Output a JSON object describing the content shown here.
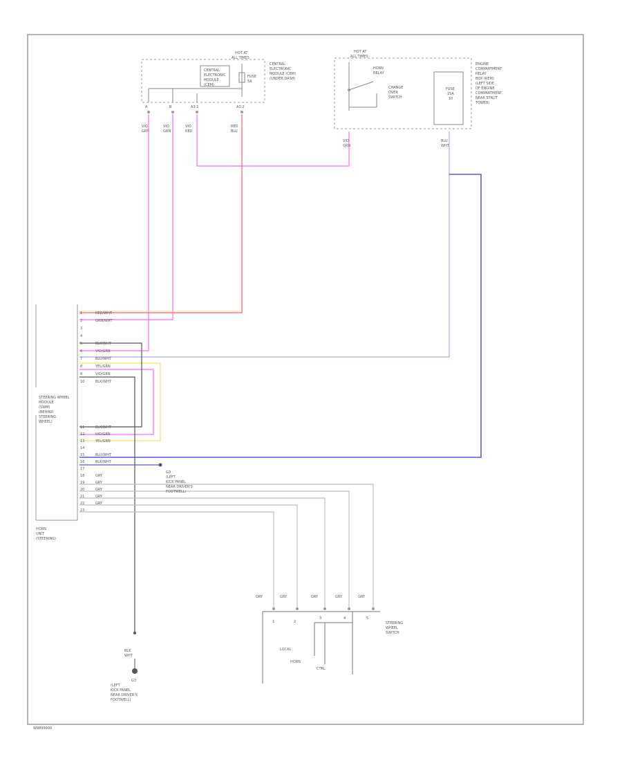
{
  "diagram_id": "W9899999",
  "colors": {
    "frame": "#9a9a9a",
    "box": "#777777",
    "pink": "#ff66ff",
    "red": "#ff5a6e",
    "blue": "#5858e8",
    "lightblue": "#a8a8ff",
    "yellow": "#f5e06a",
    "black": "#555555",
    "gray": "#bdbdbd"
  },
  "top_left": {
    "hot_at": "HOT AT",
    "hot_at_sub": "ALL TIMES",
    "module_label": [
      "CENTRAL",
      "ELECTRONIC",
      "MODULE",
      "(CEM)"
    ],
    "fuse_label": [
      "FUSE",
      "5A"
    ],
    "right_label": [
      "CENTRAL",
      "ELECTRONIC",
      "MODULE (CEM)",
      "(UNDER DASH)"
    ],
    "pins": [
      "A",
      "B",
      "A3:1",
      "A3:2"
    ],
    "wire_labels": [
      [
        "VIO",
        "GRN"
      ],
      [
        "VIO",
        "GRN"
      ],
      [
        "VIO",
        "RED"
      ],
      [
        "RED",
        "BLU"
      ]
    ]
  },
  "top_right": {
    "hot_at": "HOT AT",
    "hot_at_sub": "ALL TIMES",
    "switch_label": [
      "HORN",
      "RELAY"
    ],
    "switch_text": [
      "CHANGE",
      "OVER",
      "SWITCH"
    ],
    "module_box": [
      "FUSE",
      "15A",
      "10"
    ],
    "right_label": [
      "ENGINE",
      "COMPARTMENT",
      "RELAY",
      "BOX (REM)",
      "(LEFT SIDE",
      "OF ENGINE",
      "COMPARTMENT,",
      "NEAR STRUT",
      "TOWER)"
    ],
    "wire_left": [
      "VIO",
      "GRN"
    ],
    "wire_right": [
      "BLU",
      "WHT"
    ]
  },
  "left_module": {
    "label": [
      "STEERING WHEEL",
      "MODULE",
      "(SWM)",
      "(BEHIND",
      "STEERING",
      "WHEEL)"
    ],
    "bottom_label": [
      "HORN",
      "UNIT",
      "(STEERING)"
    ],
    "pins_top": [
      "1",
      "2",
      "3",
      "4",
      "5",
      "6",
      "7",
      "8",
      "9",
      "10"
    ],
    "wires_top": [
      "RED/WHT",
      "GRN/WHT",
      "",
      "",
      "BLK/WHT",
      "VIO/GRN",
      "BLU/WHT",
      "YEL/GRN",
      "VIO/GRN",
      "BLK/WHT"
    ],
    "pins_bottom": [
      "11",
      "12",
      "13",
      "14",
      "15",
      "16",
      "17",
      "18",
      "19",
      "20",
      "21",
      "22",
      "23"
    ],
    "wires_bottom": [
      "BLK/WHT",
      "VIO/GRN",
      "YEL/GRN",
      "",
      "BLU/WHT",
      "BLK/WHT",
      "",
      "GRY",
      "GRY",
      "GRY",
      "GRY",
      "GRY",
      ""
    ]
  },
  "ground_note": {
    "tag": "G3",
    "text": [
      "(LEFT",
      "KICK PANEL",
      "NEAR DRIVER'S",
      "FOOTWELL)"
    ]
  },
  "bottom_ground": {
    "wire": [
      "BLK",
      "WHT"
    ],
    "tag": "G3",
    "text": [
      "(LEFT",
      "KICK PANEL",
      "NEAR DRIVER'S",
      "FOOTWELL)"
    ]
  },
  "horn_switch": {
    "label": [
      "STEERING",
      "WHEEL",
      "SWITCH"
    ],
    "wire_labels": [
      "GRY",
      "GRY",
      "GRY",
      "GRY",
      "GRY"
    ],
    "pins": [
      "1",
      "2",
      "3",
      "4",
      "5"
    ],
    "inner_labels": [
      "LOCAL",
      "HORN",
      "CTRL"
    ]
  }
}
